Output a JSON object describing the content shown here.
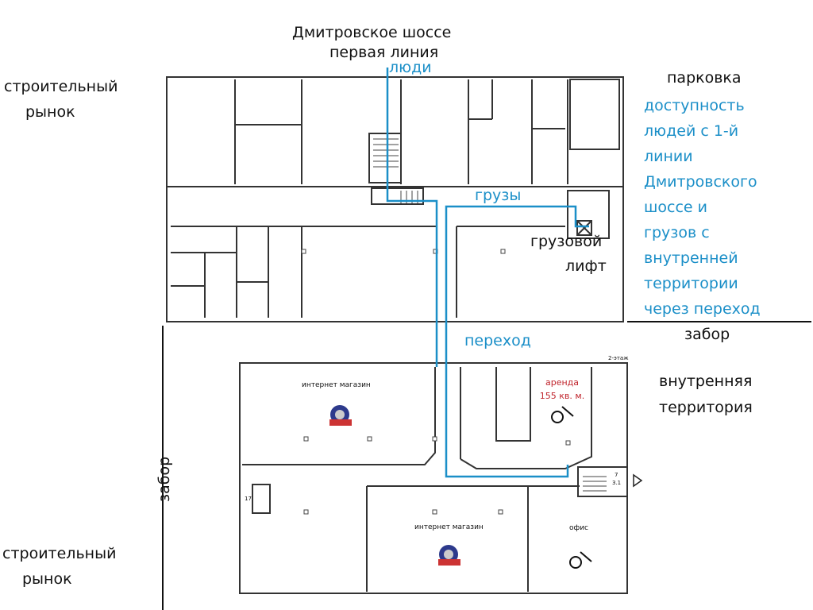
{
  "title": {
    "line1": "Дмитровское шоссе",
    "line2": "первая линия"
  },
  "labels": {
    "people": "люди",
    "cargo": "грузы",
    "passage": "переход",
    "freight_lift_1": "грузовой",
    "freight_lift_2": "лифт",
    "market_top_1": "строительный",
    "market_top_2": "рынок",
    "market_bottom_1": "строительный",
    "market_bottom_2": "рынок",
    "parking": "парковка",
    "fence_right": "забор",
    "fence_left": "забор",
    "inner_territory_1": "внутренняя",
    "inner_territory_2": "территория"
  },
  "accessibility_note": [
    "доступность",
    "людей с 1-й",
    "линии",
    "Дмитровского",
    "шоссе и",
    "грузов с",
    "внутренней",
    "территории",
    "через переход"
  ],
  "rooms": {
    "shop_1": "интернет магазин",
    "shop_2": "интернет магазин",
    "rent_1": "аренда",
    "rent_2": "155 кв. м.",
    "office": "офис",
    "floor_tag": "2-этаж",
    "stair_num": "7",
    "stair_sub": "3.1",
    "room_17": "17"
  },
  "colors": {
    "route": "#1b8fc8",
    "rent": "#c0242c"
  }
}
